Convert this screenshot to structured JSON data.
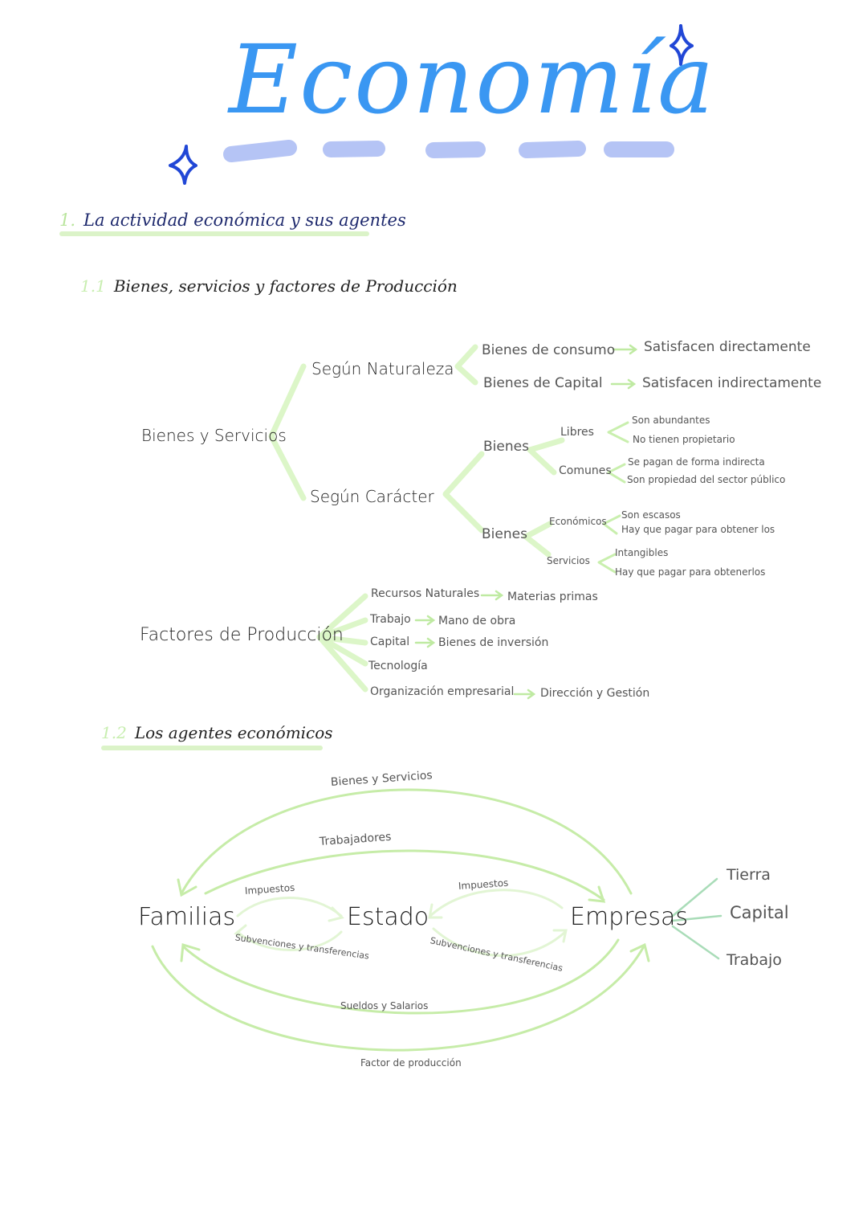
{
  "title": "Economía",
  "section1": {
    "number": "1.",
    "heading": "La actividad económica y sus agentes"
  },
  "section1_1": {
    "number": "1.1",
    "heading": "Bienes, servicios y factores de Producción",
    "bienes_servicios": {
      "root": "Bienes y Servicios",
      "naturaleza": {
        "label": "Según Naturaleza",
        "items": [
          {
            "label": "Bienes de consumo",
            "result": "Satisfacen directamente"
          },
          {
            "label": "Bienes de Capital",
            "result": "Satisfacen indirectamente"
          }
        ]
      },
      "caracter": {
        "label": "Según Carácter",
        "groups": [
          {
            "label": "Bienes",
            "subgroups": [
              {
                "label": "Libres",
                "traits": [
                  "Son abundantes",
                  "No tienen propietario"
                ]
              },
              {
                "label": "Comunes",
                "traits": [
                  "Se pagan de forma indirecta",
                  "Son propiedad del sector público"
                ]
              }
            ]
          },
          {
            "label": "Bienes",
            "subgroups": [
              {
                "label": "Económicos",
                "traits": [
                  "Son escasos",
                  "Hay que pagar para obtener los"
                ]
              },
              {
                "label": "Servicios",
                "traits": [
                  "Intangibles",
                  "Hay que pagar para obtenerlos"
                ]
              }
            ]
          }
        ]
      }
    },
    "factores": {
      "root": "Factores de Producción",
      "items": [
        {
          "label": "Recursos Naturales",
          "result": "Materias primas"
        },
        {
          "label": "Trabajo",
          "result": "Mano de obra"
        },
        {
          "label": "Capital",
          "result": "Bienes de inversión"
        },
        {
          "label": "Tecnología",
          "result": ""
        },
        {
          "label": "Organización empresarial",
          "result": "Dirección y Gestión"
        }
      ]
    }
  },
  "section1_2": {
    "number": "1.2",
    "heading": "Los agentes económicos",
    "agents": {
      "familias": "Familias",
      "estado": "Estado",
      "empresas": "Empresas"
    },
    "flows": {
      "bienes_servicios": "Bienes y Servicios",
      "trabajadores": "Trabajadores",
      "impuestos_familias": "Impuestos",
      "impuestos_empresas": "Impuestos",
      "subvenciones_familias": "Subvenciones y transferencias",
      "subvenciones_empresas": "Subvenciones y transferencias",
      "sueldos": "Sueldos y Salarios",
      "factor_produccion": "Factor de producción"
    },
    "empresa_factors": [
      "Tierra",
      "Capital",
      "Trabajo"
    ]
  },
  "colors": {
    "title": "#3a97f2",
    "title_underline": "#b5c4f5",
    "sparkle": "#2147d6",
    "heading_text": "#1f2a6e",
    "section_number": "#b9e59c",
    "bracket_green": "#d6f5c2",
    "arrow_green": "#bfeaa2",
    "factor_lines": "#a9dcb8"
  }
}
